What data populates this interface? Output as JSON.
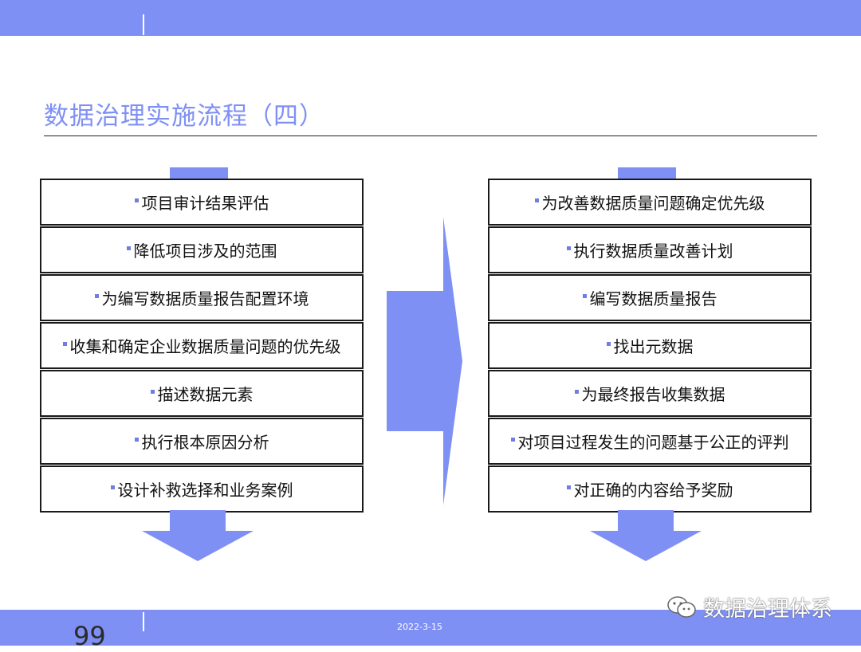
{
  "slide": {
    "title": "数据治理实施流程（四）",
    "page_number": "99",
    "date": "2022-3-15",
    "watermark": "数据治理体系"
  },
  "left_steps": [
    {
      "label": "项目审计结果评估"
    },
    {
      "label": "降低项目涉及的范围"
    },
    {
      "label": "为编写数据质量报告配置环境"
    },
    {
      "label": "收集和确定企业数据质量问题的优先级"
    },
    {
      "label": "描述数据元素"
    },
    {
      "label": "执行根本原因分析"
    },
    {
      "label": "设计补救选择和业务案例"
    }
  ],
  "right_steps": [
    {
      "label": "为改善数据质量问题确定优先级"
    },
    {
      "label": "执行数据质量改善计划"
    },
    {
      "label": "编写数据质量报告"
    },
    {
      "label": "找出元数据"
    },
    {
      "label": "为最终报告收集数据"
    },
    {
      "label": "对项目过程发生的问题基于公正的评判"
    },
    {
      "label": "对正确的内容给予奖励"
    }
  ],
  "colors": {
    "accent": "#7f90f5",
    "bullet": "#6f7fe0",
    "border": "#1a1a1a"
  },
  "icons": {
    "flow_arrow": "right-arrow-icon",
    "down_arrow": "down-arrow-icon",
    "bullet": "square-bullet-icon",
    "watermark": "wechat-icon"
  }
}
